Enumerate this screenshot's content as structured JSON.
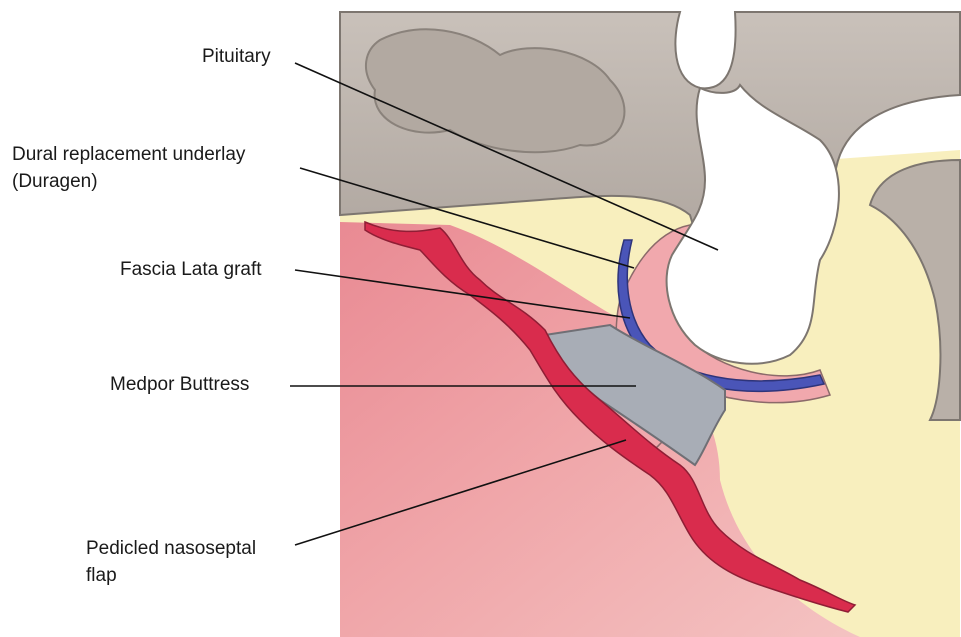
{
  "labels": {
    "pituitary": "Pituitary",
    "dural_line1": "Dural replacement underlay",
    "dural_line2": "(Duragen)",
    "fascia": "Fascia Lata graft",
    "medpor": "Medpor Buttress",
    "flap_line1": "Pedicled nasoseptal",
    "flap_line2": "flap"
  },
  "colors": {
    "background": "#ffffff",
    "bone": "#b5aca4",
    "bone_dark": "#8f8780",
    "sinus_yellow": "#f8f0c0",
    "mucosa_pink": "#ec9ca0",
    "flap_red": "#dc2f4f",
    "dura_blue": "#4a55b8",
    "medpor_grey": "#a7abb3",
    "pituitary_white": "#ffffff",
    "leader_line": "#111111"
  }
}
